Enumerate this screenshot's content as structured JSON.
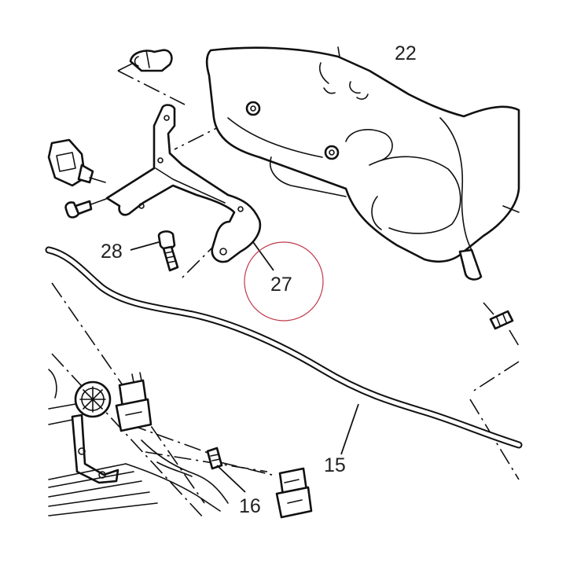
{
  "diagram": {
    "callouts": [
      {
        "id": "22",
        "label": "22"
      },
      {
        "id": "28",
        "label": "28"
      },
      {
        "id": "27",
        "label": "27"
      },
      {
        "id": "15",
        "label": "15"
      },
      {
        "id": "16",
        "label": "16"
      }
    ],
    "highlighted_callout": "27",
    "colors": {
      "line": "#111111",
      "highlight_ring": "#c0394a",
      "background": "#ffffff"
    }
  }
}
